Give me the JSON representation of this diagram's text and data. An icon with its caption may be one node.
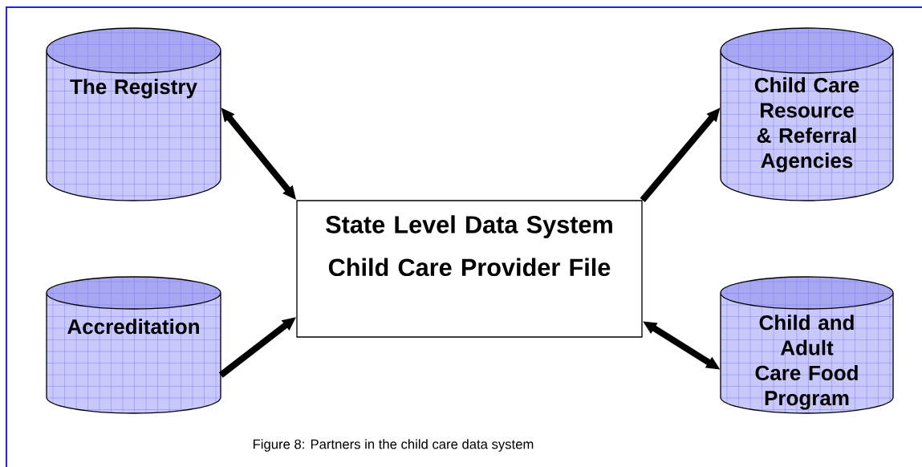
{
  "diagram": {
    "caption": "Figure 8:  Partners in the child care data system",
    "nodes": [
      {
        "text": [
          "The Registry"
        ]
      },
      {
        "text": [
          "Child Care Resource & Referral Agencies"
        ]
      },
      {
        "text": [
          "State Level Data System",
          "Child Care Provider File"
        ]
      },
      {
        "text": [
          "Accreditation"
        ]
      },
      {
        "text": [
          "Child and Adult Care Food Program"
        ]
      }
    ],
    "edges": [
      {
        "from": 0,
        "to": 2,
        "arrow": "both"
      },
      {
        "from": 2,
        "to": 1,
        "arrow": "to"
      },
      {
        "from": 3,
        "to": 2,
        "arrow": "to"
      },
      {
        "from": 2,
        "to": 4,
        "arrow": "both"
      }
    ]
  }
}
